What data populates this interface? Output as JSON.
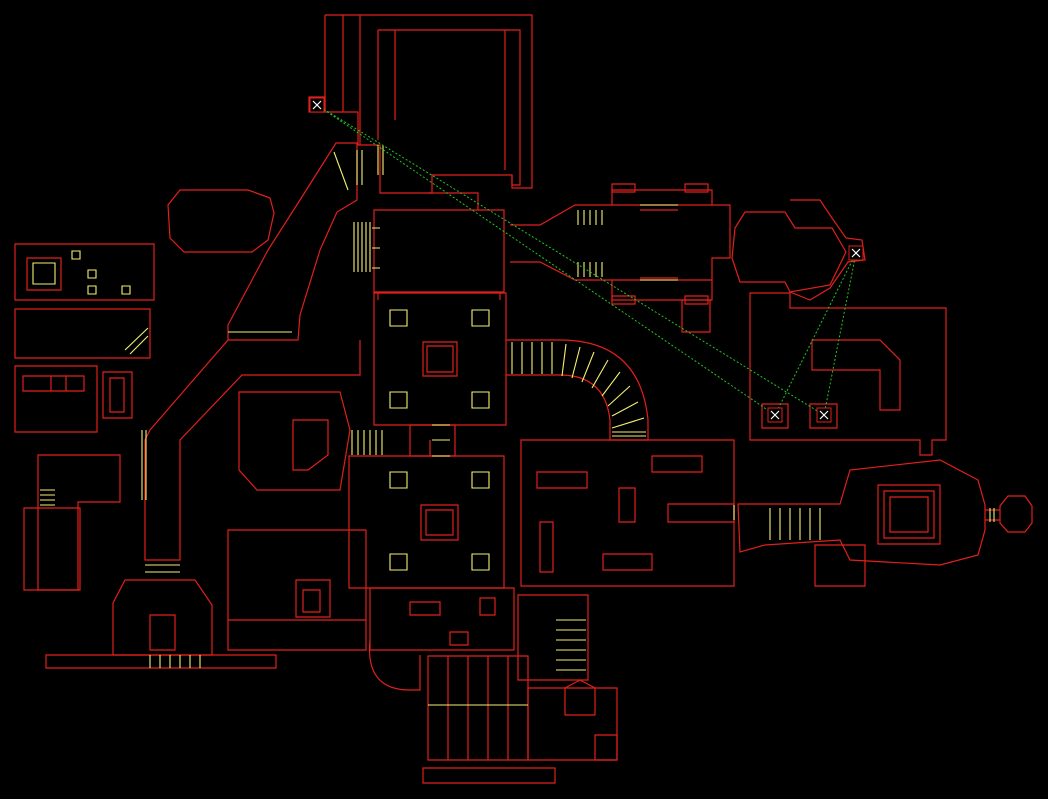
{
  "map": {
    "view": "automap",
    "colors": {
      "background": "#000000",
      "wall": "#e0201c",
      "step": "#f4f070",
      "teleport_line": "#22c422",
      "marker": "#ffffff"
    },
    "markers": [
      {
        "name": "teleport-marker-northwest",
        "symbol": "x-mark"
      },
      {
        "name": "teleport-marker-east",
        "symbol": "x-mark"
      },
      {
        "name": "teleport-marker-pad-left",
        "symbol": "x-mark"
      },
      {
        "name": "teleport-marker-pad-right",
        "symbol": "x-mark"
      }
    ]
  }
}
